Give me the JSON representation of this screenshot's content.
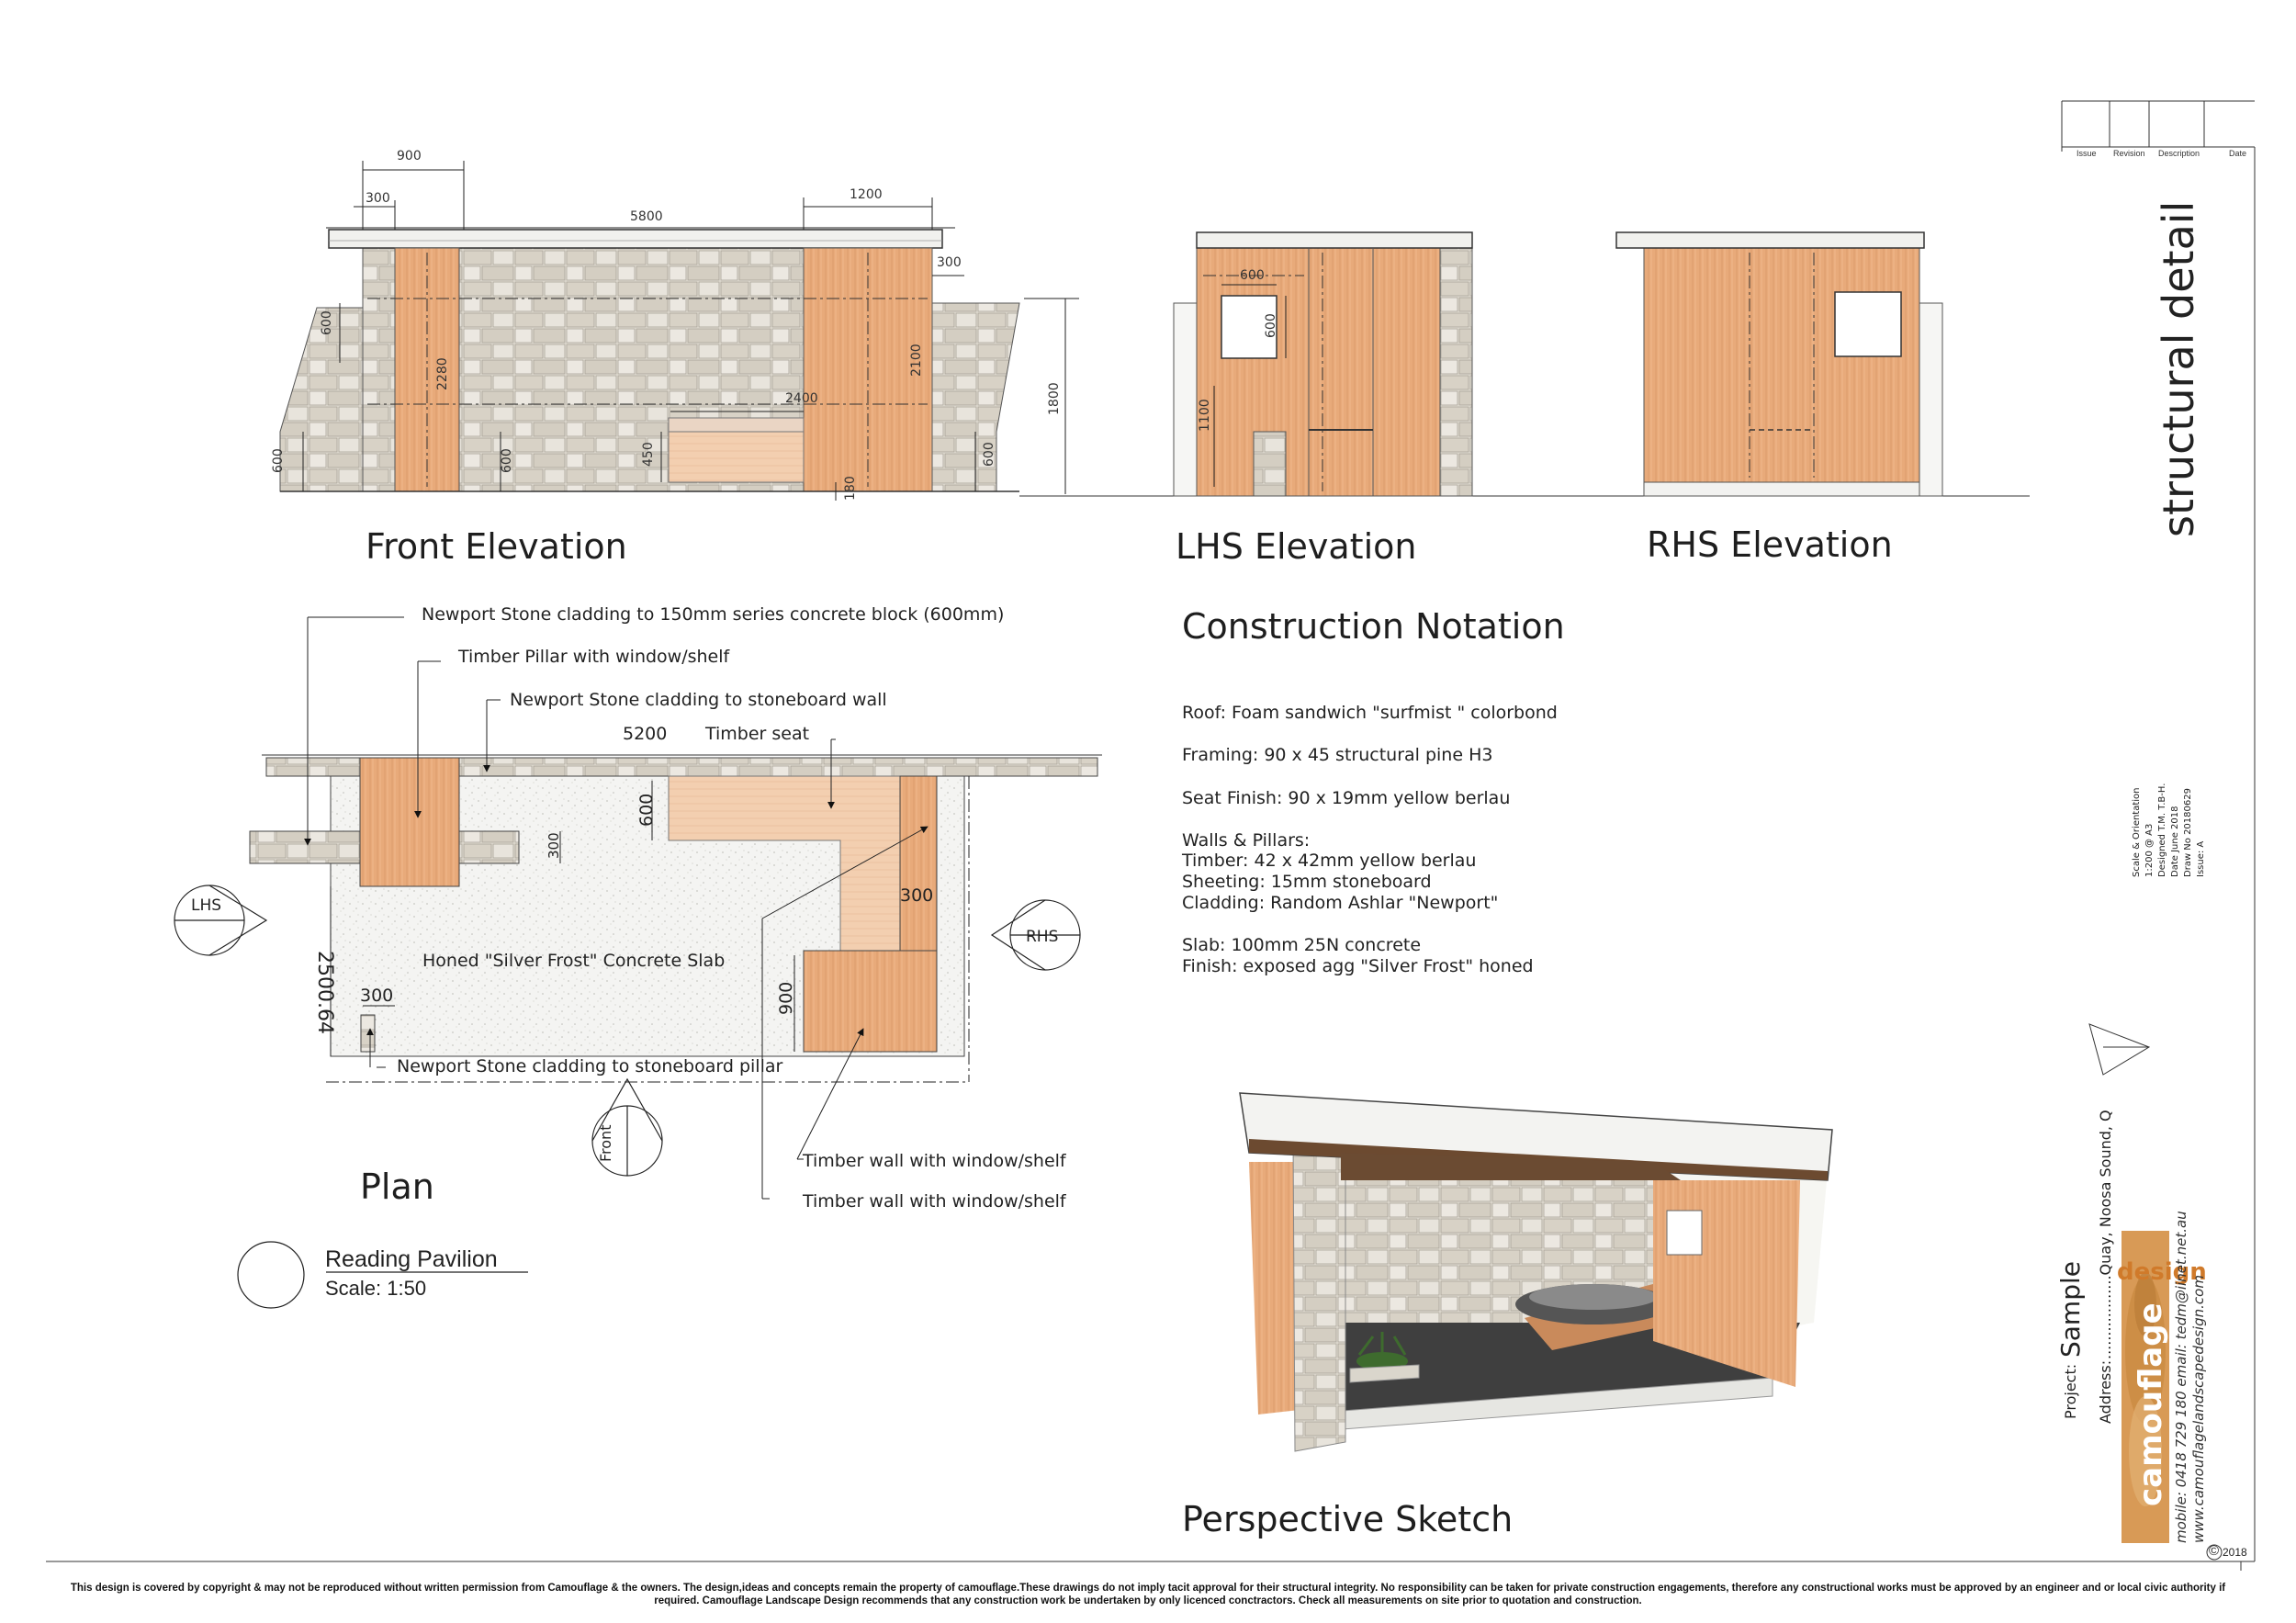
{
  "title_block": {
    "sheet_title": "structural detail",
    "revision_headers": [
      "Issue",
      "Revision",
      "Description",
      "Date"
    ],
    "meta": [
      "Scale & Orientation",
      "1:200 @ A3",
      "Designed   T.M. T.B-H.",
      "Date        June 2018",
      "Draw No    20180629",
      "Issue:      A"
    ],
    "project_label": "Project:",
    "project_name": "Sample",
    "address_label": "Address:",
    "address_value": "..................Quay, Noosa Sound, Q",
    "company_word1": "design",
    "company_word2": "camouflage",
    "contact_line1": "mobile: 0418 729 180  email: tedm@iinet.net.au",
    "contact_line2": "www.camouflagelandscapedesign.com",
    "copyright_year": "2018",
    "copyright_symbol": "©"
  },
  "elevations": {
    "front_title": "Front Elevation",
    "lhs_title": "LHS Elevation",
    "rhs_title": "RHS Elevation",
    "front_dims": {
      "d900": "900",
      "d300a": "300",
      "d5800": "5800",
      "d1200": "1200",
      "d300b": "300",
      "d600a": "600",
      "d2280": "2280",
      "d2100": "2100",
      "d2400": "2400",
      "d1800": "1800",
      "d600b": "600",
      "d600c": "600",
      "d450": "450",
      "d180": "180",
      "d600d": "600"
    },
    "lhs_dims": {
      "d600h": "600",
      "d600v": "600",
      "d1100": "1100"
    }
  },
  "plan": {
    "title": "Plan",
    "callouts": {
      "stone_block": "Newport Stone cladding to 150mm series concrete block (600mm)",
      "timber_pillar": "Timber Pillar with window/shelf",
      "stone_wall": "Newport Stone cladding to stoneboard wall",
      "timber_seat": "Timber seat",
      "slab": "Honed  \"Silver Frost\" Concrete Slab",
      "stone_pillar": "Newport Stone cladding to stoneboard pillar",
      "timber_wall1": "Timber wall with window/shelf",
      "timber_wall2": "Timber wall with window/shelf"
    },
    "dims": {
      "d5200": "5200",
      "d600": "600",
      "d300a": "300",
      "d2500": "2500.64",
      "d300b": "300",
      "d300c": "300",
      "d900": "900"
    },
    "markers": {
      "lhs": "LHS",
      "rhs": "RHS",
      "front": "Front"
    }
  },
  "drawing_label": {
    "name": "Reading Pavilion",
    "scale": "Scale: 1:50"
  },
  "notation": {
    "title": "Construction Notation",
    "lines": [
      "Roof: Foam sandwich \"surfmist \" colorbond",
      "Framing: 90 x 45 structural pine H3",
      "Seat Finish: 90 x 19mm yellow berlau",
      "Walls & Pillars:",
      "Timber: 42 x 42mm yellow berlau",
      "Sheeting: 15mm stoneboard",
      "Cladding: Random Ashlar \"Newport\"",
      "Slab: 100mm 25N concrete",
      "Finish: exposed agg \"Silver Frost\" honed"
    ]
  },
  "perspective": {
    "title": "Perspective Sketch"
  },
  "footer": {
    "line1": "This design is covered by copyright & may not be reproduced without written permission from Camouflage & the owners. The design,ideas and concepts remain the property of camouflage.These drawings do not imply tacit approval for their structural integrity. No responsibility  can be taken for private construction engagements, therefore any constructional works must be approved by an engineer and or local civic authority if",
    "line2": "required.  Camouflage Landscape Design  recommends that any construction work be undertaken by only licenced conctractors. Check all measurements on site prior to quotation and construction."
  },
  "colors": {
    "timber": "#e8aa7a",
    "timber_light": "#f6d6bc",
    "stone": "#ddd8ce",
    "line": "#222222",
    "roof": "#f1f1ee",
    "slab": "#f2f2f0"
  }
}
